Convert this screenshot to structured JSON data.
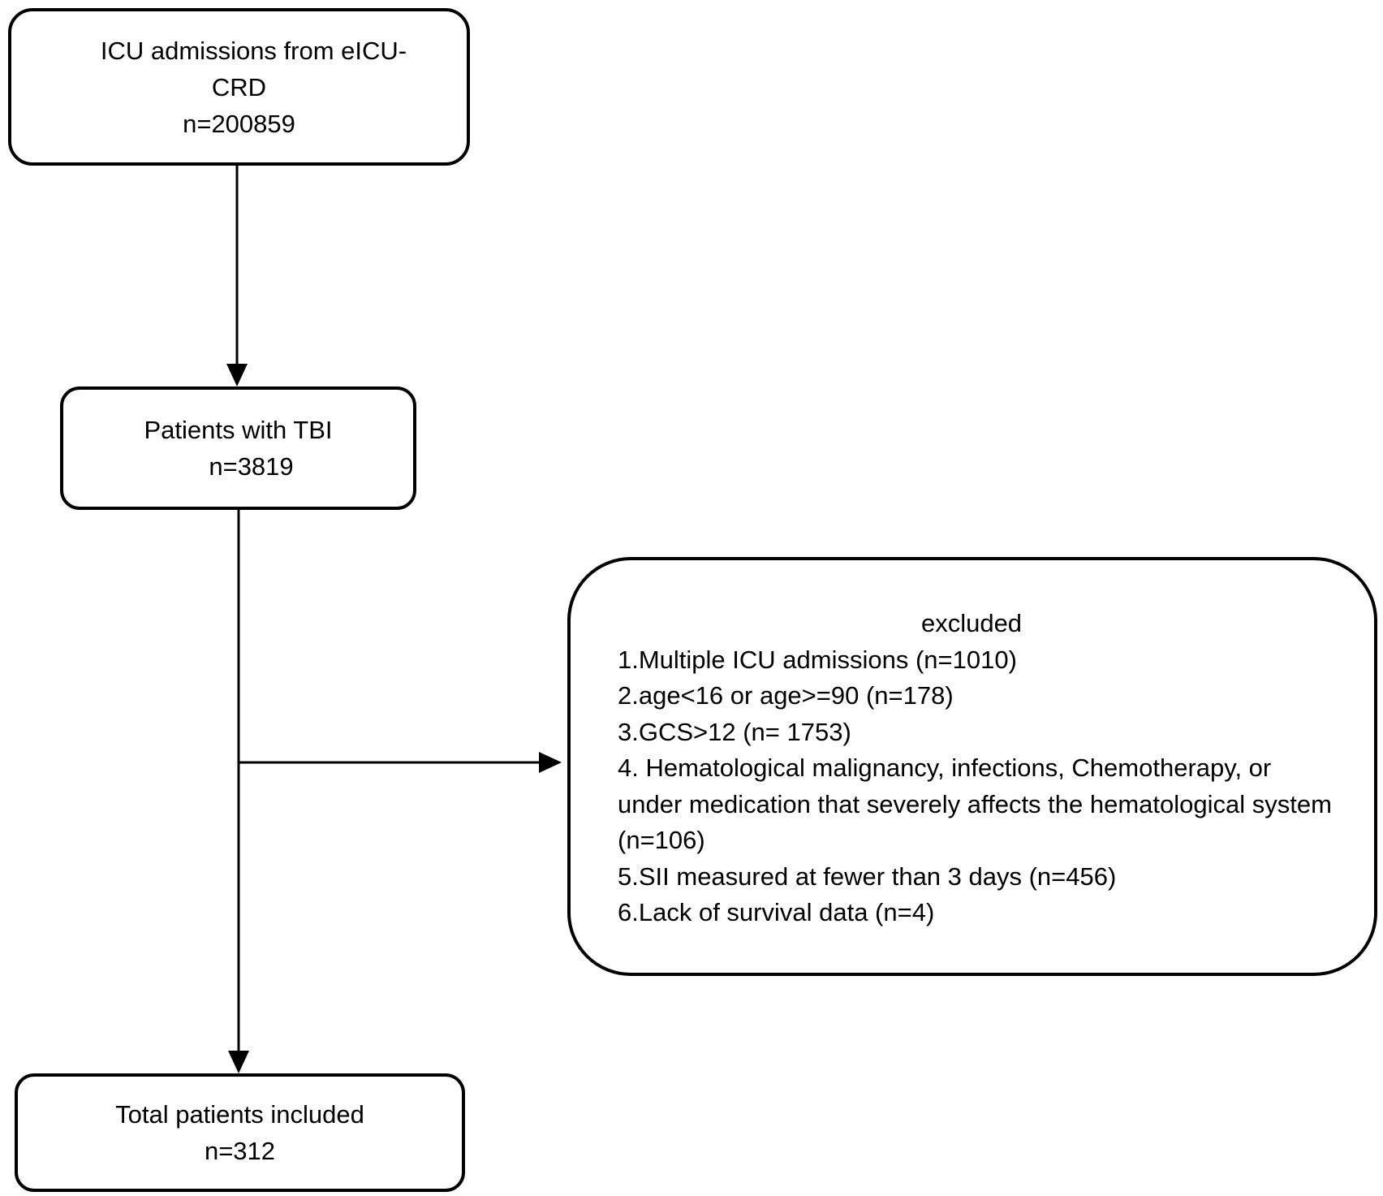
{
  "flowchart": {
    "start": {
      "line1": "ICU admissions from eICU-",
      "line2": "CRD",
      "count": "n=200859"
    },
    "tbi": {
      "label": "Patients with TBI",
      "count": "n=3819"
    },
    "excluded": {
      "title": "excluded",
      "items": [
        "1.Multiple ICU admissions (n=1010)",
        "2.age<16 or age>=90 (n=178)",
        "3.GCS>12 (n= 1753)",
        "4. Hematological malignancy, infections, Chemotherapy, or under medication that severely affects the hematological system (n=106)",
        "5.SII measured at fewer than 3 days (n=456)",
        "6.Lack of survival data (n=4)"
      ]
    },
    "final": {
      "label": "Total patients included",
      "count": "n=312"
    }
  }
}
